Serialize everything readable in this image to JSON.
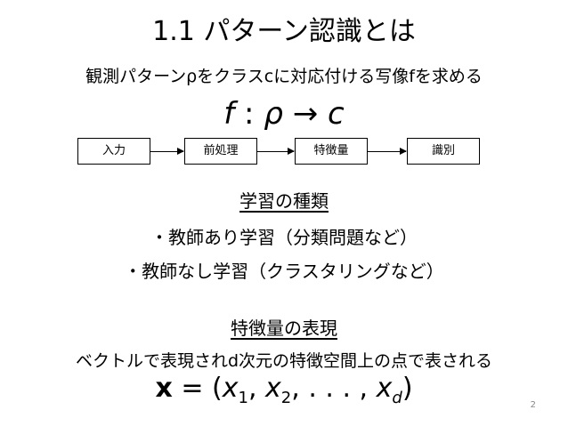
{
  "slide": {
    "title": "1.1 パターン認識とは",
    "subtitle": "観測パターンρをクラスcに対応付ける写像fを求める",
    "formula": {
      "f": "f",
      "colon": ":",
      "rho": "ρ",
      "arrow": "→",
      "c": "c"
    },
    "flow": [
      "入力",
      "前処理",
      "特徴量",
      "識別"
    ],
    "section1": {
      "heading": "学習の種類",
      "items": [
        "・教師あり学習（分類問題など）",
        "・教師なし学習（クラスタリングなど）"
      ]
    },
    "section2": {
      "heading": "特徴量の表現",
      "text": "ベクトルで表現されd次元の特徴空間上の点で表される"
    },
    "vector": {
      "x": "x",
      "eq": " = (",
      "x1": "x",
      "s1": "1",
      "x2": "x",
      "s2": "2",
      "dots": ", . . . , ",
      "xd": "x",
      "sd": "d",
      "close": ")",
      "comma": ", "
    },
    "page_number": "2"
  }
}
